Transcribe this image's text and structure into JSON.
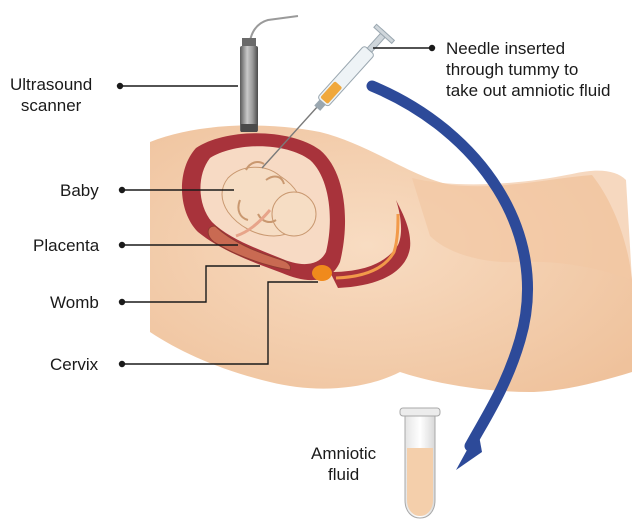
{
  "labels": {
    "ultrasound": [
      "Ultrasound",
      "scanner"
    ],
    "baby": "Baby",
    "placenta": "Placenta",
    "womb": "Womb",
    "cervix": "Cervix",
    "needle": [
      "Needle inserted",
      "through tummy to",
      "take out amniotic fluid"
    ],
    "fluid": [
      "Amniotic",
      "fluid"
    ]
  },
  "colors": {
    "skin": "#f5d3b3",
    "womb": "#a8333b",
    "amniotic_sac": "#f7dac4",
    "baby": "#f6ddc4",
    "arrow": "#2d4a99",
    "tube_fluid": "#f4cfab",
    "cervix": "#f08a1c",
    "leader_line": "#1a1a1a"
  }
}
